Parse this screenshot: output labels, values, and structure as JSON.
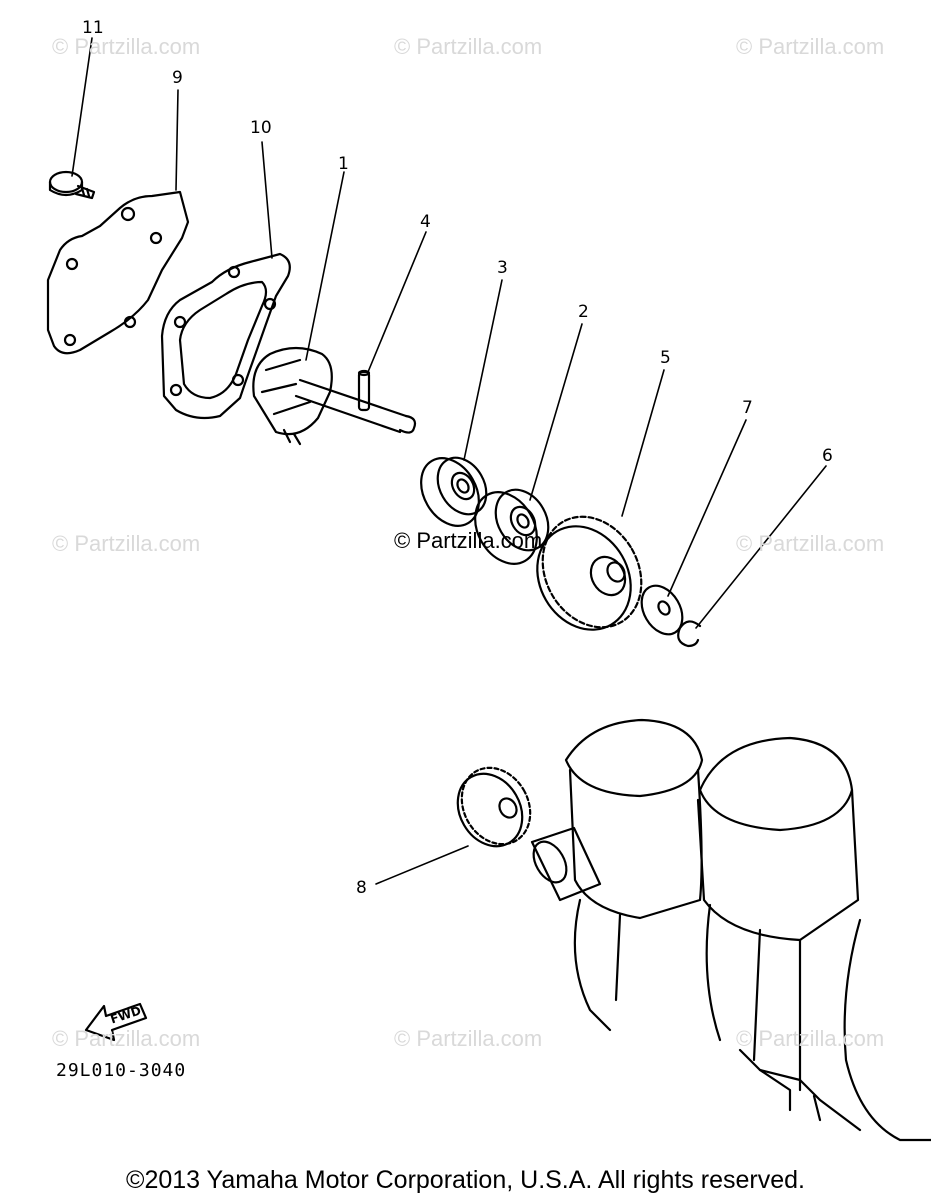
{
  "watermark": "© Partzilla.com",
  "callouts": {
    "c1": "1",
    "c2": "2",
    "c3": "3",
    "c4": "4",
    "c5": "5",
    "c6": "6",
    "c7": "7",
    "c8": "8",
    "c9": "9",
    "c10": "10",
    "c11": "11"
  },
  "fwd_label": "FWD",
  "diagram_code": "29L010-3040",
  "copyright": "©2013 Yamaha Motor Corporation, U.S.A. All rights reserved."
}
